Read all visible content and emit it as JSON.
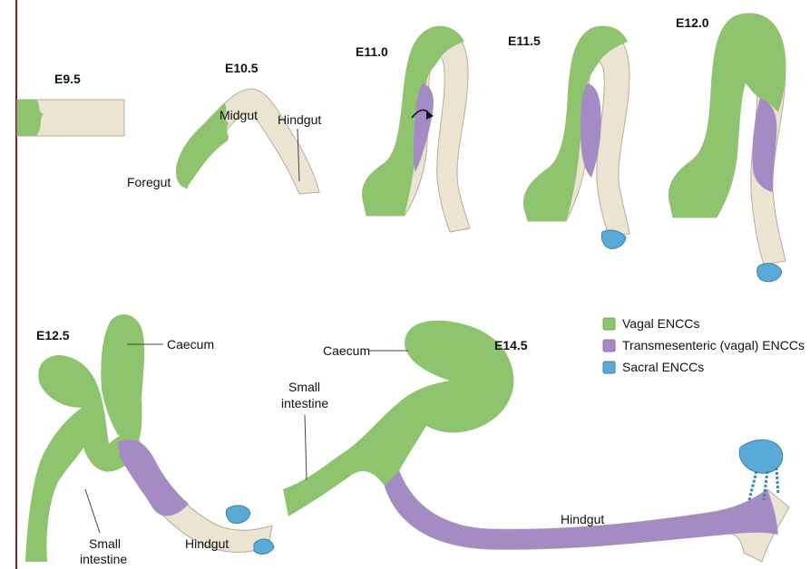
{
  "colors": {
    "vagal": "#8fc46f",
    "vagal_dark": "#6fa84f",
    "transmesenteric": "#a58bc4",
    "sacral": "#5aaad8",
    "gut": "#ece4d2",
    "outline": "#b8ad96",
    "frame": "#8b1a1a"
  },
  "stages": {
    "e95": "E9.5",
    "e105": "E10.5",
    "e110": "E11.0",
    "e115": "E11.5",
    "e120": "E12.0",
    "e125": "E12.5",
    "e145": "E14.5"
  },
  "labels": {
    "midgut": "Midgut",
    "hindgut": "Hindgut",
    "foregut": "Foregut",
    "caecum": "Caecum",
    "small": "Small",
    "intestine": "intestine"
  },
  "legend": [
    {
      "label": "Vagal ENCCs",
      "color": "#8fc46f"
    },
    {
      "label": "Transmesenteric (vagal) ENCCs",
      "color": "#a58bc4"
    },
    {
      "label": "Sacral ENCCs",
      "color": "#5aaad8"
    }
  ]
}
